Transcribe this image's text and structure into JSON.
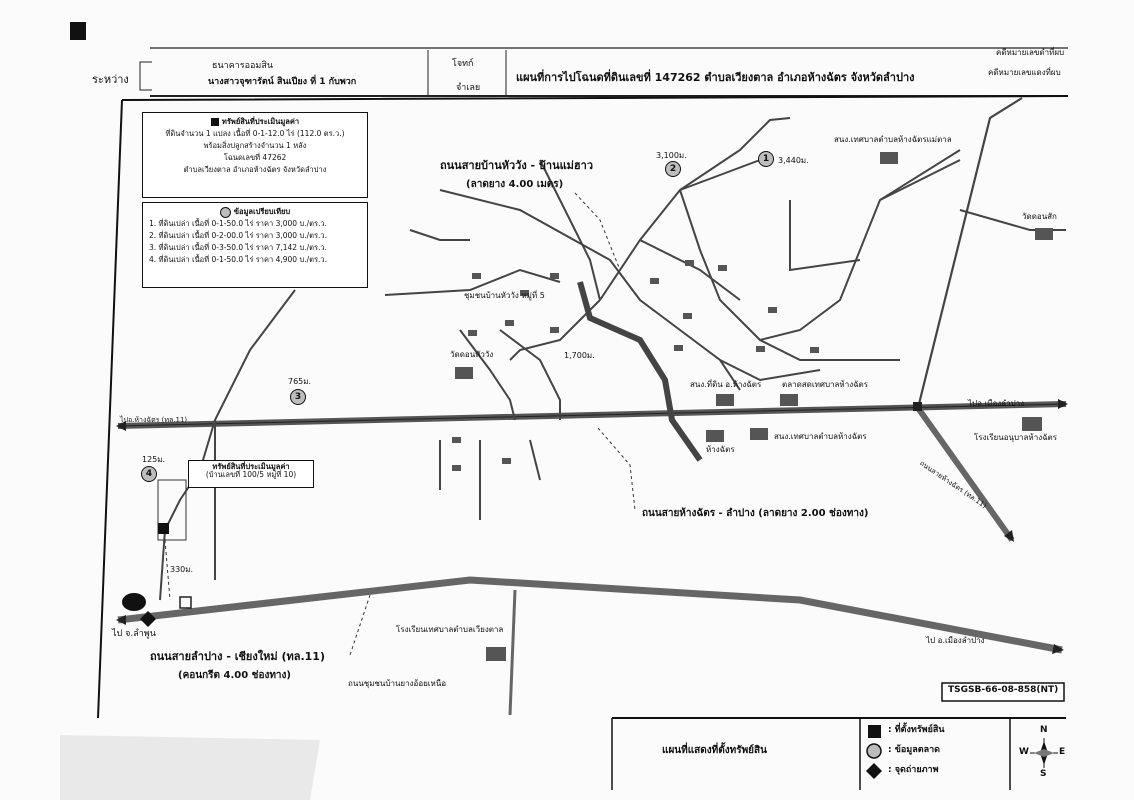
{
  "header": {
    "between_label": "ระหว่าง",
    "bank_name": "ธนาคารออมสิน",
    "plaintiff_label": "โจทก์",
    "defendant_name": "นางสาวจุฑารัตน์ สินเปียง ที่ 1 กับพวก",
    "defendant_label": "จำเลย",
    "map_title": "แผนที่การไปโฉนดที่ดินเลขที่ 147262 ตำบลเวียงตาล อำเภอห้างฉัตร จังหวัดลำปาง",
    "case_black": "คดีหมายเลขดำที่ผบ",
    "case_red": "คดีหมายเลขแดงที่ผบ"
  },
  "property_box": {
    "title": "ทรัพย์สินที่ประเมินมูลค่า",
    "lines": [
      "ที่ดินจำนวน 1 แปลง เนื้อที่ 0-1-12.0 ไร่ (112.0 ตร.ว.)",
      "พร้อมสิ่งปลูกสร้างจำนวน 1 หลัง",
      "โฉนดเลขที่ 47262",
      "ตำบลเวียงตาล อำเภอห้างฉัตร จังหวัดลำปาง"
    ]
  },
  "comparison_box": {
    "title": "ข้อมูลเปรียบเทียบ",
    "items": [
      "1. ที่ดินเปล่า เนื้อที่ 0-1-50.0 ไร่ ราคา 3,000 บ./ตร.ว.",
      "2. ที่ดินเปล่า เนื้อที่ 0-2-00.0 ไร่ ราคา 3,000 บ./ตร.ว.",
      "3. ที่ดินเปล่า เนื้อที่ 0-3-50.0 ไร่ ราคา 7,142 บ./ตร.ว.",
      "4. ที่ดินเปล่า เนื้อที่ 0-1-50.0 ไร่ ราคา 4,900 บ./ตร.ว."
    ]
  },
  "map_labels": {
    "road_huawang": "ถนนสายบ้านหัววัง - บ้านแม่ฮาว",
    "road_huawang_surface": "(ลาดยาง 4.00 เมตร)",
    "community_huawang": "ชุมชนบ้านหัววัง หมู่ที่ 5",
    "wat_huawang": "วัดดอนหัววัง",
    "dist_3100": "3,100ม.",
    "dist_3440": "3,440ม.",
    "dist_1700": "1,700ม.",
    "dist_765": "765ม.",
    "dist_125": "125ม.",
    "dist_330": "330ม.",
    "tessaban_maetan": "สนง.เทศบาลตำบลห้างฉัตรแม่ตาล",
    "wat_donsak": "วัดดอนสัก",
    "police_hangchat": "สนง.ที่ดิน อ.ห้างฉัตร",
    "market_hangchat": "ตลาดสดเทศบาลห้างฉัตร",
    "tessaban_hangchat": "สนง.เทศบาลตำบลห้างฉัตร",
    "hangchat": "ห้างฉัตร",
    "to_chaehom": "ไปอ.เมืองลำปาง",
    "school_anuban": "โรงเรียนอนุบาลห้างฉัตร",
    "road_hangchat_lampang": "ถนนสายห้างฉัตร - ลำปาง (ลาดยาง 2.00 ช่องทาง)",
    "property_point": "ทรัพย์สินที่ประเมินมูลค่า",
    "property_addr": "(บ้านเลขที่ 100/5 หมู่ที่ 10)",
    "to_lamphun": "ไป จ.ลำพูน",
    "road_lampang_cm": "ถนนสายลำปาง - เชียงใหม่ (ทล.11)",
    "road_lampang_cm_surface": "(คอนกรีต 4.00 ช่องทาง)",
    "school_wiangtan": "โรงเรียนเทศบาลตำบลเวียงตาล",
    "to_mueang": "ไป อ.เมืองลำปาง",
    "community_road": "ถนนชุมชนบ้านยางอ้อยเหนือ",
    "left_road_label": "ไปอ.ห้างฉัตร (ทล.11)",
    "right_road_label": "ถนนสายห้างฉัตร (ทล.11)",
    "ref_code": "TSGSB-66-08-858(NT)"
  },
  "markers": {
    "one": "1",
    "two": "2",
    "three": "3",
    "four": "4"
  },
  "legend": {
    "caption": "แผนที่แสดงที่ตั้งทรัพย์สิน",
    "property": ": ที่ตั้งทรัพย์สิน",
    "market": ": ข้อมูลตลาด",
    "photo": ": จุดถ่ายภาพ",
    "n": "N",
    "s": "S",
    "e": "E",
    "w": "W"
  }
}
